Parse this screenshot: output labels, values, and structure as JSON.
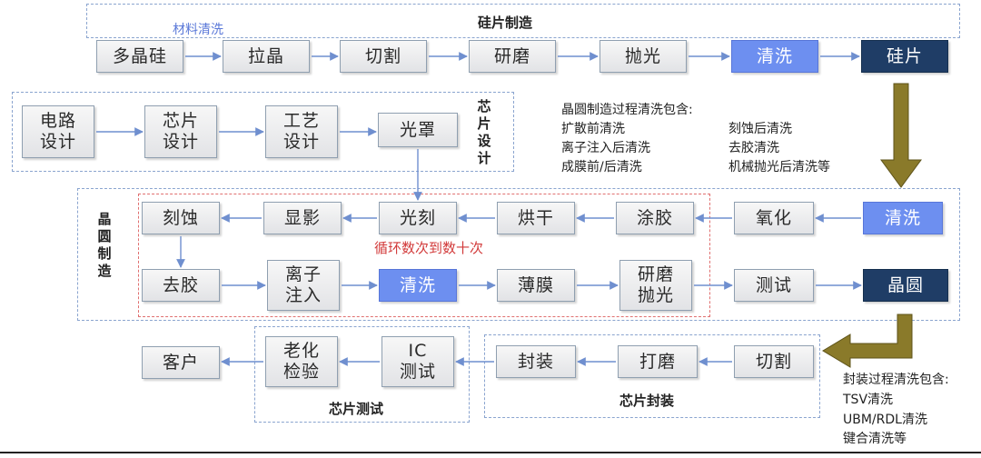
{
  "groups": {
    "silicon": "硅片制造",
    "chip_design": "芯片设计",
    "wafer": "晶圆制造",
    "chip_test": "芯片测试",
    "chip_package": "芯片封装"
  },
  "material_clean_label": "材料清洗",
  "loop_label": "循环数次到数十次",
  "row1": [
    "多晶硅",
    "拉晶",
    "切割",
    "研磨",
    "抛光",
    "清洗",
    "硅片"
  ],
  "design": [
    "电路\n设计",
    "芯片\n设计",
    "工艺\n设计",
    "光罩"
  ],
  "wafer_top": [
    "刻蚀",
    "显影",
    "光刻",
    "烘干",
    "涂胶",
    "氧化",
    "清洗"
  ],
  "wafer_bottom": [
    "去胶",
    "离子\n注入",
    "清洗",
    "薄膜",
    "研磨\n抛光",
    "测试",
    "晶圆"
  ],
  "test_row": [
    "客户",
    "老化\n检验",
    "IC\n测试"
  ],
  "package_row": [
    "封装",
    "打磨",
    "切割"
  ],
  "wafer_note": {
    "title": "晶圆制造过程清洗包含:",
    "left": [
      "扩散前清洗",
      "离子注入后清洗",
      "成膜前/后清洗"
    ],
    "right": [
      "刻蚀后清洗",
      "去胶清洗",
      "机械抛光后清洗等"
    ]
  },
  "package_note": {
    "title": "封装过程清洗包含:",
    "items": [
      "TSV清洗",
      "UBM/RDL清洗",
      "键合清洗等"
    ]
  },
  "colors": {
    "highlight": "#6d8ff0",
    "dark": "#1f3d66",
    "arrow": "#6f8fcf",
    "big_arrow": "#8a7a2a"
  }
}
